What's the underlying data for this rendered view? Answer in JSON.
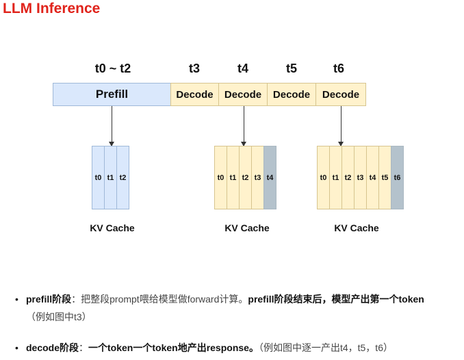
{
  "title": "LLM Inference",
  "timeline": {
    "labels": [
      "t0 ~ t2",
      "t3",
      "t4",
      "t5",
      "t6"
    ],
    "segments": [
      {
        "label": "Prefill",
        "type": "prefill"
      },
      {
        "label": "Decode",
        "type": "decode"
      },
      {
        "label": "Decode",
        "type": "decode"
      },
      {
        "label": "Decode",
        "type": "decode"
      },
      {
        "label": "Decode",
        "type": "decode"
      }
    ]
  },
  "kv_caches": [
    {
      "label": "KV Cache",
      "cells": [
        {
          "t": "t0",
          "c": "blue"
        },
        {
          "t": "t1",
          "c": "blue"
        },
        {
          "t": "t2",
          "c": "blue"
        }
      ]
    },
    {
      "label": "KV Cache",
      "cells": [
        {
          "t": "t0",
          "c": "yellow"
        },
        {
          "t": "t1",
          "c": "yellow"
        },
        {
          "t": "t2",
          "c": "yellow"
        },
        {
          "t": "t3",
          "c": "yellow"
        },
        {
          "t": "t4",
          "c": "gray"
        }
      ]
    },
    {
      "label": "KV Cache",
      "cells": [
        {
          "t": "t0",
          "c": "yellow"
        },
        {
          "t": "t1",
          "c": "yellow"
        },
        {
          "t": "t2",
          "c": "yellow"
        },
        {
          "t": "t3",
          "c": "yellow"
        },
        {
          "t": "t4",
          "c": "yellow"
        },
        {
          "t": "t5",
          "c": "yellow"
        },
        {
          "t": "t6",
          "c": "gray"
        }
      ]
    }
  ],
  "colors": {
    "prefill": "#dae8fc",
    "decode": "#fff2cc",
    "new_token": "#b4c2cc",
    "title": "#e0231b"
  },
  "bullets": [
    {
      "term": "prefill阶段",
      "sep": "：",
      "plain": "把整段prompt喂给模型做forward计算。",
      "bold": "prefill阶段结束后，模型产出第一个token",
      "note": "（例如图中t3）"
    },
    {
      "term": "decode阶段",
      "sep": "：",
      "bold": "一个token一个token地产出response。",
      "note": "（例如图中逐一产出t4，t5，t6）"
    }
  ]
}
